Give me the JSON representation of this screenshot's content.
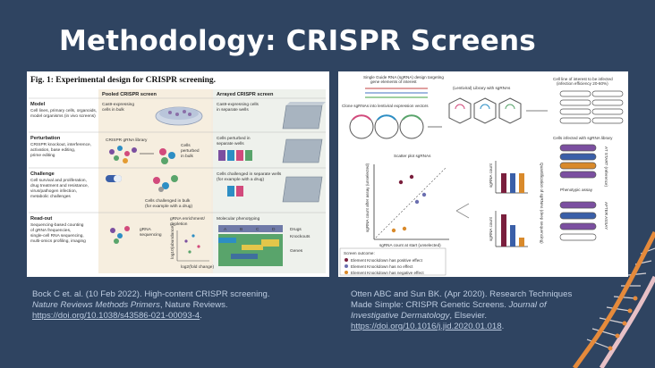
{
  "slide": {
    "title": "Methodology: CRISPR Screens"
  },
  "figure_left": {
    "caption": "Fig. 1: Experimental design for CRISPR screening.",
    "col_pooled": "Pooled CRISPR screen",
    "col_arrayed": "Arrayed CRISPR screen",
    "rows": [
      {
        "head": "Model",
        "lines": [
          "Cell lines, primary cells, organoids,",
          "model organisms (in vivo screens)"
        ]
      },
      {
        "head": "Perturbation",
        "lines": [
          "CRISPR knockout, interference,",
          "activation, base editing,",
          "prime editing"
        ]
      },
      {
        "head": "Challenge",
        "lines": [
          "Cell survival and proliferation,",
          "drug treatment and resistance,",
          "virus/pathogen infection,",
          "metabolic challenges"
        ]
      },
      {
        "head": "Read-out",
        "lines": [
          "Sequencing-based counting",
          "of gRNA frequencies,",
          "single-cell RNA sequencing,",
          "multi-omics profiling, imaging"
        ]
      }
    ],
    "pooled_model": [
      "Cas9-expressing",
      "cells in bulk"
    ],
    "arrayed_model": [
      "Cas9-expressing cells",
      "in separate wells"
    ],
    "pooled_pert_lib": "CRISPR gRNA library",
    "pooled_pert_cells": [
      "Cells",
      "perturbed",
      "in bulk"
    ],
    "arrayed_pert": [
      "Cells perturbed in",
      "separate wells"
    ],
    "pooled_chal": [
      "Cells challenged in bulk",
      "(for example with a drug)"
    ],
    "arrayed_chal": [
      "Cells challenged in separate wells",
      "(for example with a drug)"
    ],
    "pooled_read_left": [
      "gRNA",
      "sequencing"
    ],
    "pooled_read_right": [
      "gRNA enrichment/",
      "depletion"
    ],
    "pooled_read_axis_y": "log10(abundance)",
    "pooled_read_axis_x": "log2(fold change)",
    "arrayed_read_title": "Molecular phenotyping",
    "arrayed_cols": [
      "A",
      "B",
      "C",
      "D"
    ],
    "arrayed_legend": [
      "Drugs",
      "Knockouts",
      "Genes"
    ]
  },
  "figure_right": {
    "top_text": [
      "Single Guide RNA (sgRNA) design targeting",
      "gene elements of interest"
    ],
    "clone_text": "Clone sgRNAs into lentiviral expression vectors",
    "library_text": "(Lentiviral) Library with sgRNAs",
    "cellline_text": [
      "Cell line of interest to be infected",
      "(infection efficiency 20-60%)"
    ],
    "infected_text": "Cells infected with sgRNA library",
    "at_start": "AT START (reference)",
    "after_assay": "AFTER ASSAY",
    "phenotypic_text": "Phenotypic assay",
    "scatter_title": "Scatter plot sgRNAs",
    "scatter_ylabel": "sgRNA count after assay (unselected)",
    "scatter_xlabel": "sgRNA count at start (unselected)",
    "bar_label": "sgRNA count",
    "side_label": "Quantification of sgRNAs (deep sequencing)",
    "legend_title": "Screen outcome:",
    "legend": [
      {
        "label": "Element Knockdown has positive effect",
        "color": "#7a1f3d"
      },
      {
        "label": "Element Knockdown has no effect",
        "color": "#6b6fb0"
      },
      {
        "label": "Element Knockdown has negative effect",
        "color": "#d98a2b"
      }
    ]
  },
  "citation_left": {
    "line1": "Bock C et. al. (10 Feb 2022). High-content CRISPR screening.",
    "journal": "Nature Reviews Methods Primers",
    "publisher": ", Nature Reviews.",
    "doi": "https://doi.org/10.1038/s43586-021-00093-4",
    "end": "."
  },
  "citation_right": {
    "line1": "Otten ABC and Sun BK. (Apr 2020). Research Techniques",
    "line2a": "Made Simple: CRISPR Genetic Screens. ",
    "journal1": "Journal of",
    "journal2": "Investigative Dermatology",
    "publisher": ", Elsevier.",
    "doi": "https://doi.org/10.1016/j.jid.2020.01.018",
    "end": "."
  },
  "colors": {
    "background": "#2f4461",
    "title": "#ffffff",
    "citation": "#bccbe0",
    "helix_orange": "#e58a3b",
    "helix_pink": "#e7c0c6"
  }
}
